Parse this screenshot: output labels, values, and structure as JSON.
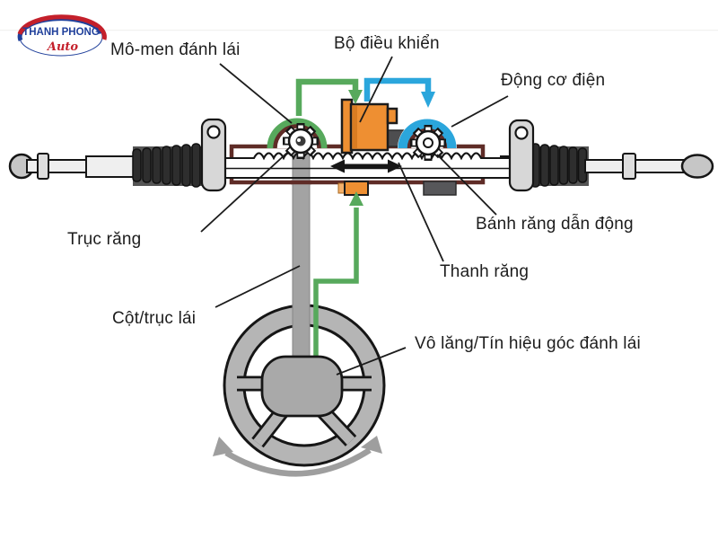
{
  "logo": {
    "title": "THANH PHONG",
    "subtitle": "Auto"
  },
  "labels": {
    "steering_torque": "Mô-men đánh lái",
    "controller": "Bộ điều khiển",
    "electric_motor": "Động cơ điện",
    "pinion_shaft": "Trục răng",
    "drive_gear": "Bánh răng dẫn động",
    "rack": "Thanh răng",
    "steering_column": "Cột/trục lái",
    "steering_wheel_signal": "Vô lăng/Tín hiệu góc đánh lái"
  },
  "colors": {
    "sensor_green": "#57a95c",
    "motor_blue": "#2ba6dc",
    "ecu_orange": "#ee8f32",
    "housing_maroon": "#5f2c27",
    "metal_gray": "#a9a9a9",
    "text": "#1d1d1d",
    "logo_blue": "#20409b",
    "logo_red": "#c4202b"
  }
}
